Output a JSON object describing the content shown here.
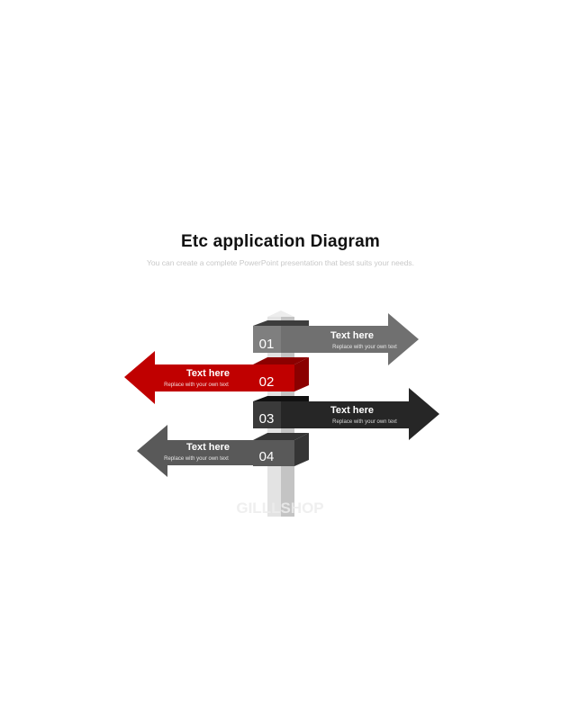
{
  "title": "Etc application  Diagram",
  "subtitle": "You can create a complete PowerPoint presentation that best suits your needs.",
  "watermark": "GILLLSHOP",
  "colors": {
    "sign_01": "#7a7a7a",
    "sign_02": "#c00000",
    "sign_03": "#262626",
    "sign_04": "#595959",
    "post": "#d9d9d9"
  },
  "signs": [
    {
      "number": "01",
      "heading": "Text here",
      "text": "Replace with your own text",
      "direction": "right"
    },
    {
      "number": "02",
      "heading": "Text here",
      "text": "Replace with your own text",
      "direction": "left"
    },
    {
      "number": "03",
      "heading": "Text here",
      "text": "Replace with your own text",
      "direction": "right"
    },
    {
      "number": "04",
      "heading": "Text here",
      "text": "Replace with your own text",
      "direction": "left"
    }
  ]
}
